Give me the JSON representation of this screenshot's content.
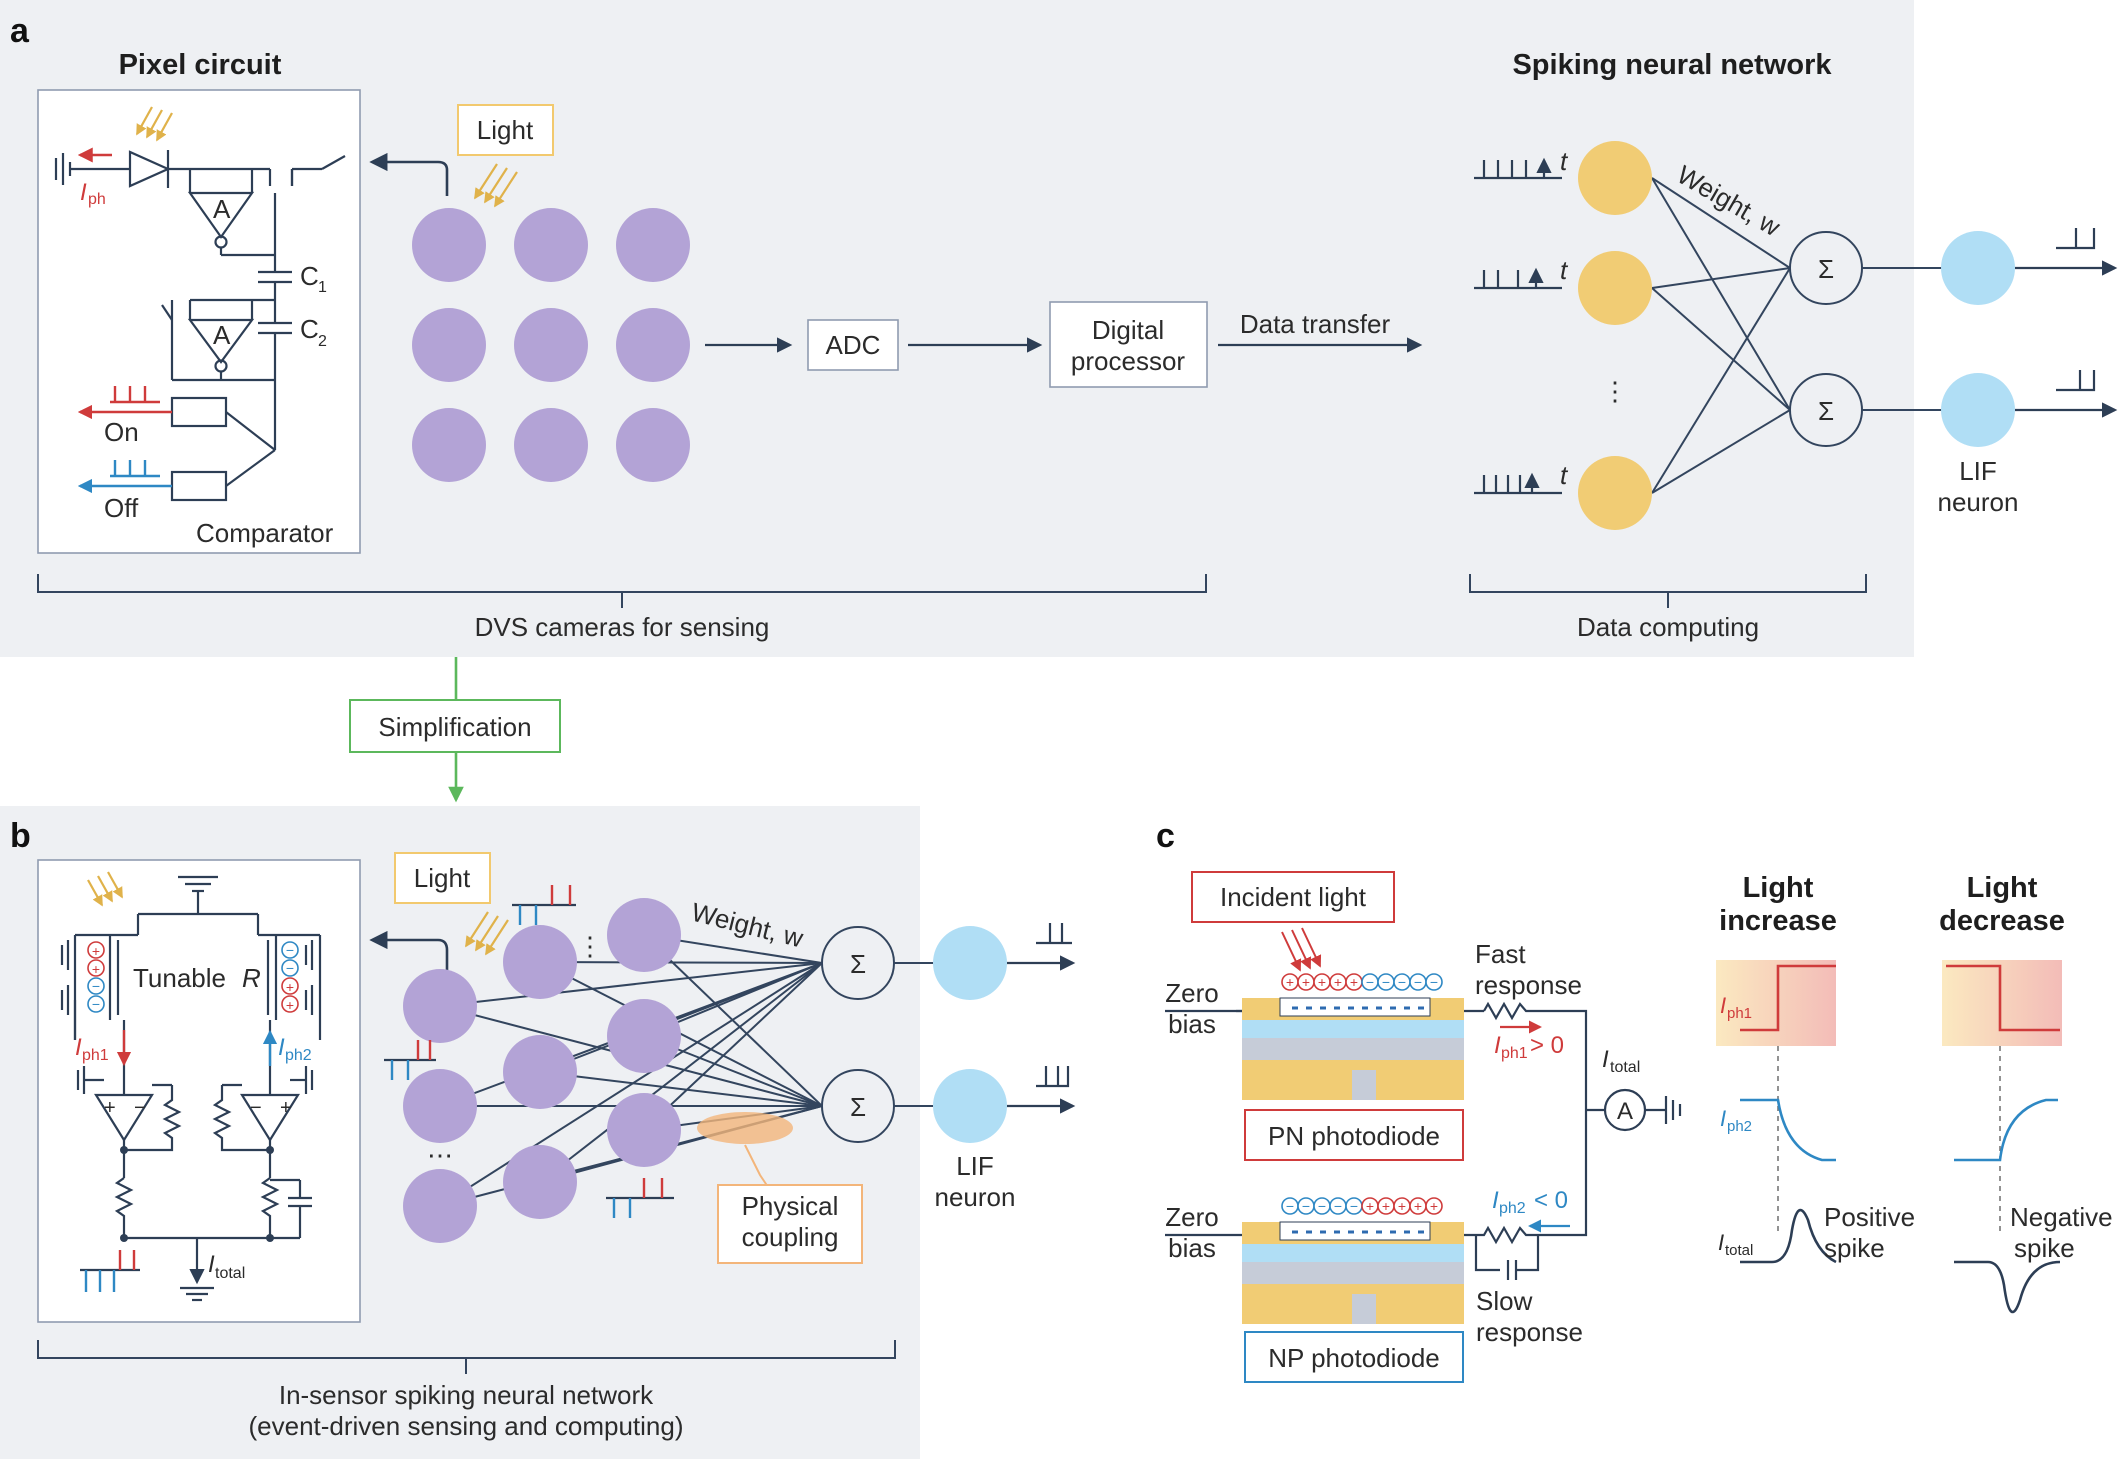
{
  "panels": {
    "a": "a",
    "b": "b",
    "c": "c"
  },
  "a": {
    "pixel_circuit_title": "Pixel circuit",
    "snn_title": "Spiking neural network",
    "light": "Light",
    "adc": "ADC",
    "digital_processor_1": "Digital",
    "digital_processor_2": "processor",
    "data_transfer": "Data transfer",
    "weight": "Weight, w",
    "lif_1": "LIF",
    "lif_2": "neuron",
    "dvs_caption": "DVS cameras for sensing",
    "computing_caption": "Data computing",
    "amp": "A",
    "c1": "C",
    "c1_sub": "1",
    "c2": "C",
    "c2_sub": "2",
    "on": "On",
    "off": "Off",
    "comparator": "Comparator",
    "iph": "I",
    "iph_sub": "ph",
    "t": "t",
    "sigma": "Σ",
    "vdots": "⋮"
  },
  "simplification": "Simplification",
  "b": {
    "light": "Light",
    "tunable": "Tunable ",
    "tunable_r": "R",
    "iph1": "I",
    "iph1_sub": "ph1",
    "iph2": "I",
    "iph2_sub": "ph2",
    "itotal": "I",
    "itotal_sub": "total",
    "weight": "Weight, w",
    "lif_1": "LIF",
    "lif_2": "neuron",
    "physical_1": "Physical",
    "physical_2": "coupling",
    "caption_1": "In-sensor spiking neural network",
    "caption_2": "(event-driven sensing and computing)",
    "sigma": "Σ",
    "plus": "+",
    "minus": "−",
    "dots": "⋯",
    "vdots": "⋮"
  },
  "c": {
    "incident_light": "Incident light",
    "zero_bias_1": "Zero",
    "zero_bias_2": "bias",
    "fast_1": "Fast",
    "fast_2": "response",
    "slow_1": "Slow",
    "slow_2": "response",
    "iph1_cond": " > 0",
    "iph2_cond": " < 0",
    "pn": "PN photodiode",
    "np": "NP photodiode",
    "itotal": "I",
    "itotal_sub": "total",
    "ammeter": "A",
    "iph1": "I",
    "iph1_sub": "ph1",
    "iph2": "I",
    "iph2_sub": "ph2",
    "increase_1": "Light",
    "increase_2": "increase",
    "decrease_1": "Light",
    "decrease_2": "decrease",
    "positive_1": "Positive",
    "positive_2": "spike",
    "negative_1": "Negative",
    "negative_2": "spike",
    "plus": "+",
    "minus": "−"
  },
  "colors": {
    "panel_bg": "#eef0f3",
    "wire": "#2d3e55",
    "purple": "#b3a3d6",
    "yellow": "#f1cc74",
    "blue": "#b0def5",
    "red": "#cf3b3b",
    "blue_line": "#2e88c4",
    "green": "#5cb85c",
    "orange": "#f3b57a",
    "label_box_yellow": "#f2c96e"
  }
}
